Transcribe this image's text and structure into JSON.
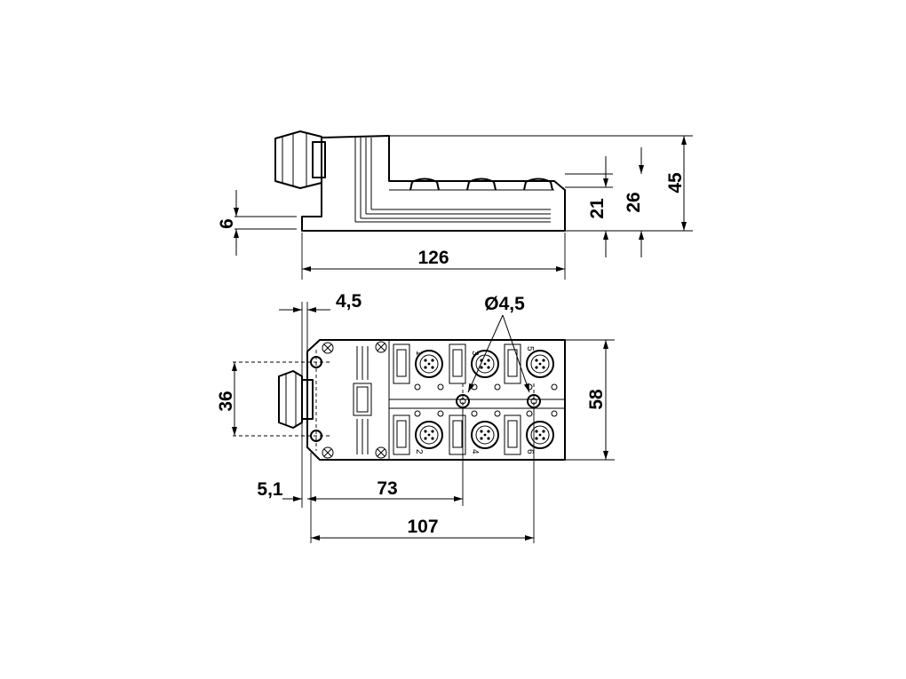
{
  "dimensions": {
    "height_step": "6",
    "length_top": "126",
    "port_height": "21",
    "body_height": "26",
    "total_height": "45",
    "flange_thickness": "4,5",
    "hole_diameter": "Ø4,5",
    "hole_spacing": "36",
    "width": "58",
    "edge_offset": "5,1",
    "hole_to_hole": "73",
    "mount_length": "107"
  },
  "ports": [
    "1",
    "2",
    "3",
    "4",
    "5",
    "6"
  ]
}
